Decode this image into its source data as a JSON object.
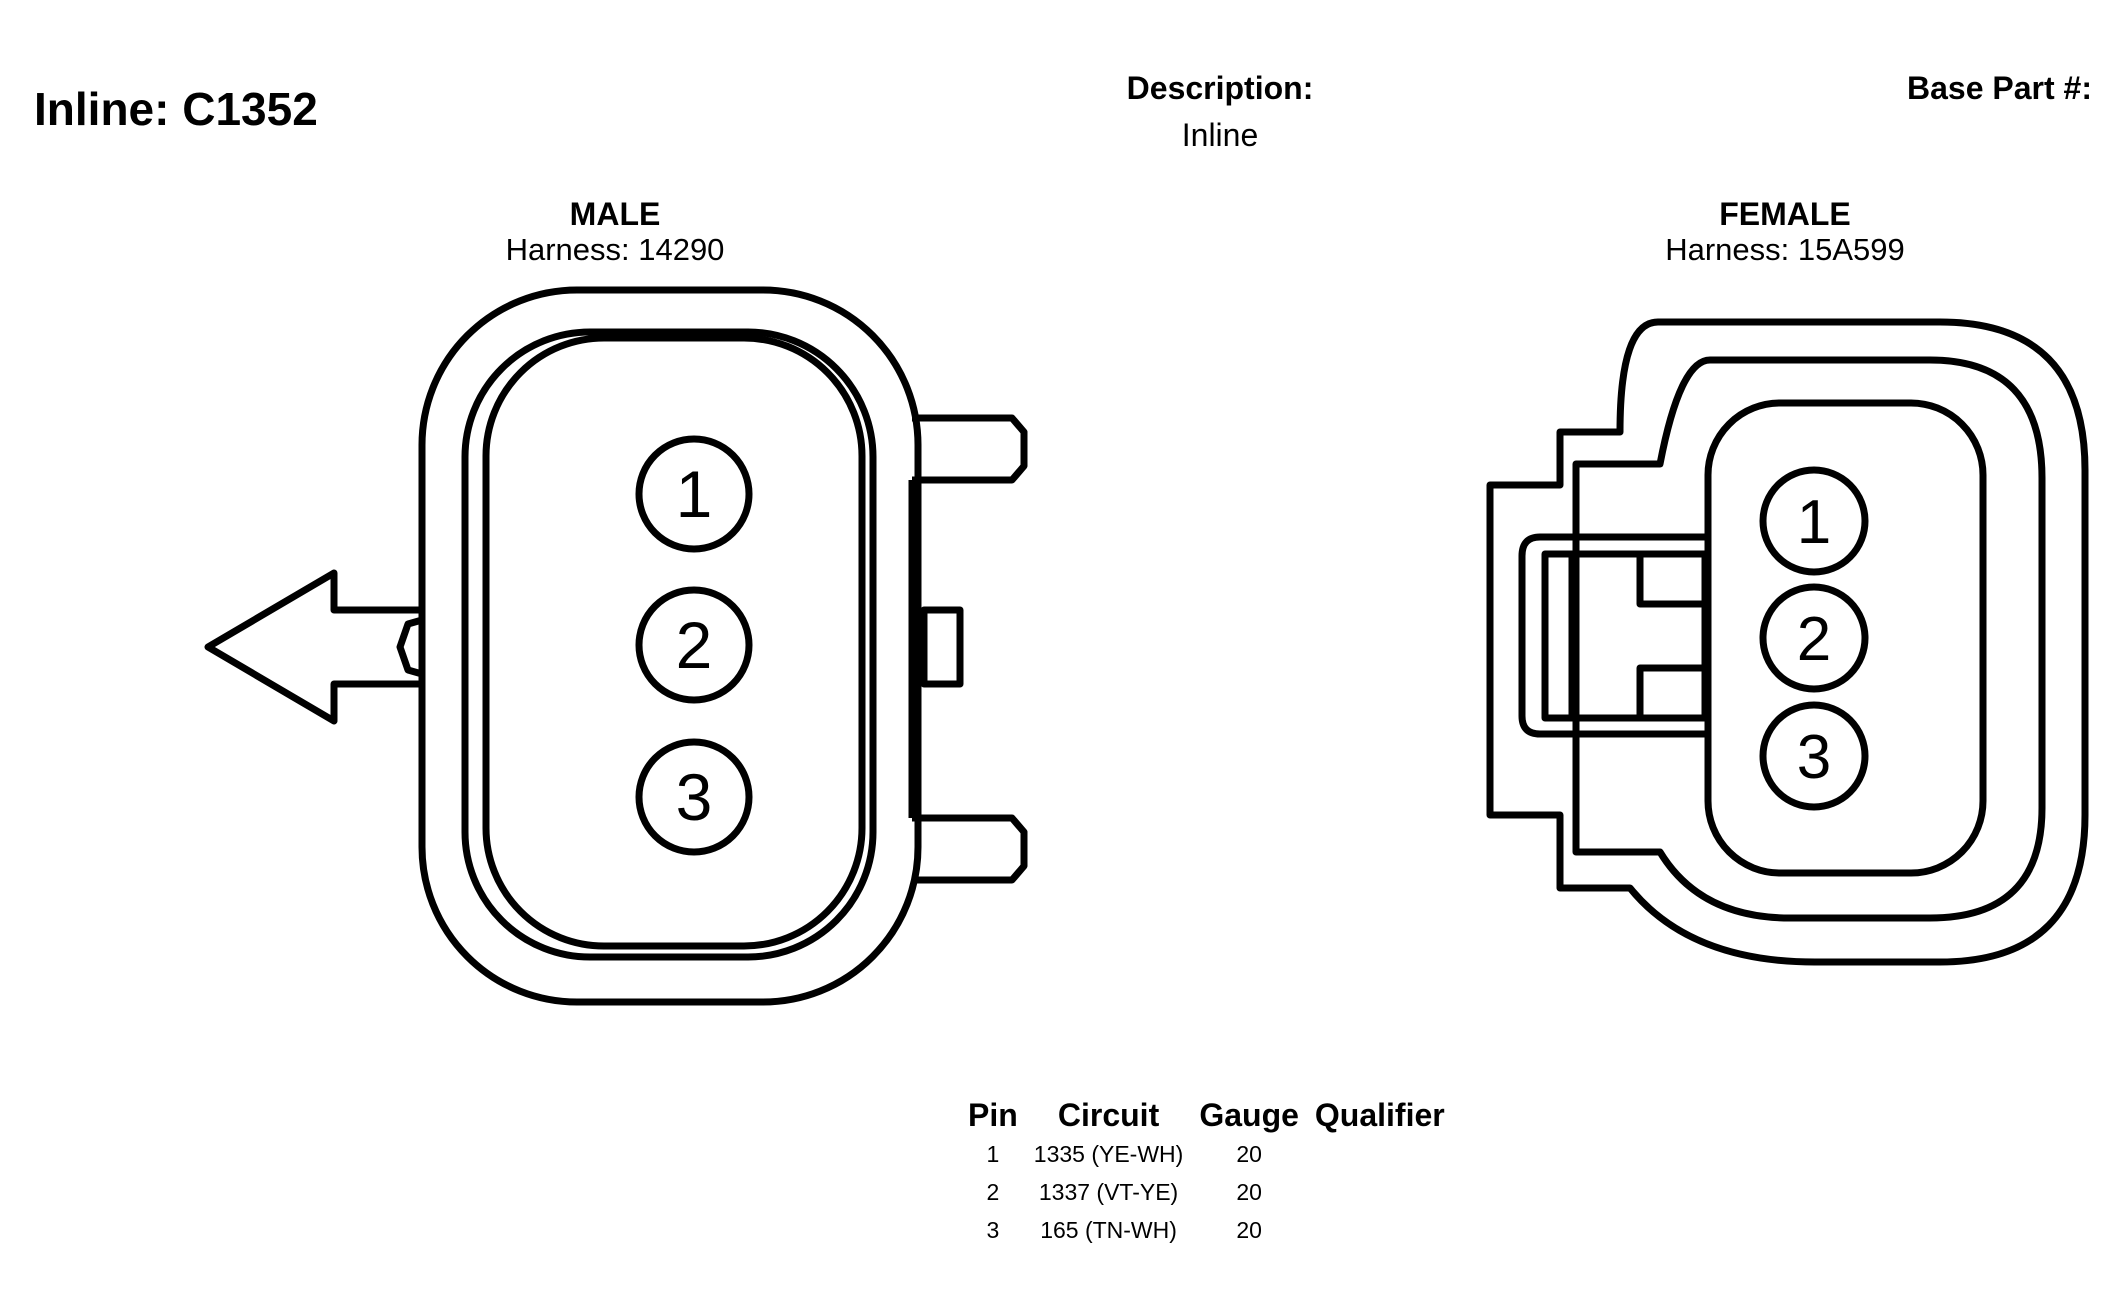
{
  "header": {
    "title": "Inline: C1352",
    "description_label": "Description:",
    "description_value": "Inline",
    "base_part_label": "Base Part #:"
  },
  "male": {
    "label": "MALE",
    "harness": "Harness: 14290",
    "pins": [
      "1",
      "2",
      "3"
    ]
  },
  "female": {
    "label": "FEMALE",
    "harness": "Harness: 15A599",
    "pins": [
      "1",
      "2",
      "3"
    ]
  },
  "table": {
    "headers": [
      "Pin",
      "Circuit",
      "Gauge",
      "Qualifier"
    ],
    "rows": [
      {
        "pin": "1",
        "circuit": "1335 (YE-WH)",
        "gauge": "20",
        "qualifier": ""
      },
      {
        "pin": "2",
        "circuit": "1337 (VT-YE)",
        "gauge": "20",
        "qualifier": ""
      },
      {
        "pin": "3",
        "circuit": "165 (TN-WH)",
        "gauge": "20",
        "qualifier": ""
      }
    ]
  }
}
